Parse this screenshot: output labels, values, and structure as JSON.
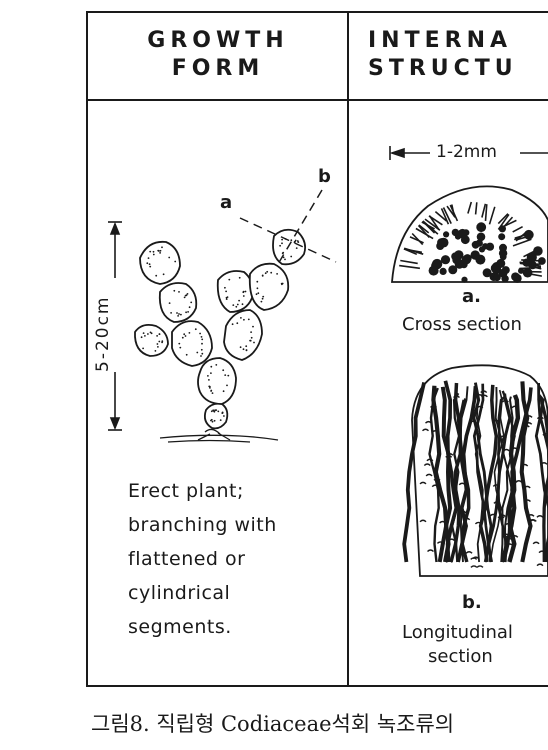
{
  "headers": {
    "growth_line1": "GROWTH",
    "growth_line2": "FORM",
    "internal_line1": "INTERNA",
    "internal_line2": "STRUCTU"
  },
  "labels": {
    "a": "a",
    "b": "b",
    "height_range": "5-20cm",
    "width_range": "1-2mm",
    "cross_label": "a.",
    "cross_text": "Cross section",
    "long_label": "b.",
    "long_text_1": "Longitudinal",
    "long_text_2": "section"
  },
  "description": {
    "line1": "Erect plant;",
    "line2": "branching with",
    "line3": "flattened or",
    "line4": "cylindrical",
    "line5": "segments."
  },
  "caption": "그림8. 직립형 Codiaceae석회 녹조류의",
  "colors": {
    "ink": "#1a1a1a",
    "paper": "#ffffff"
  }
}
